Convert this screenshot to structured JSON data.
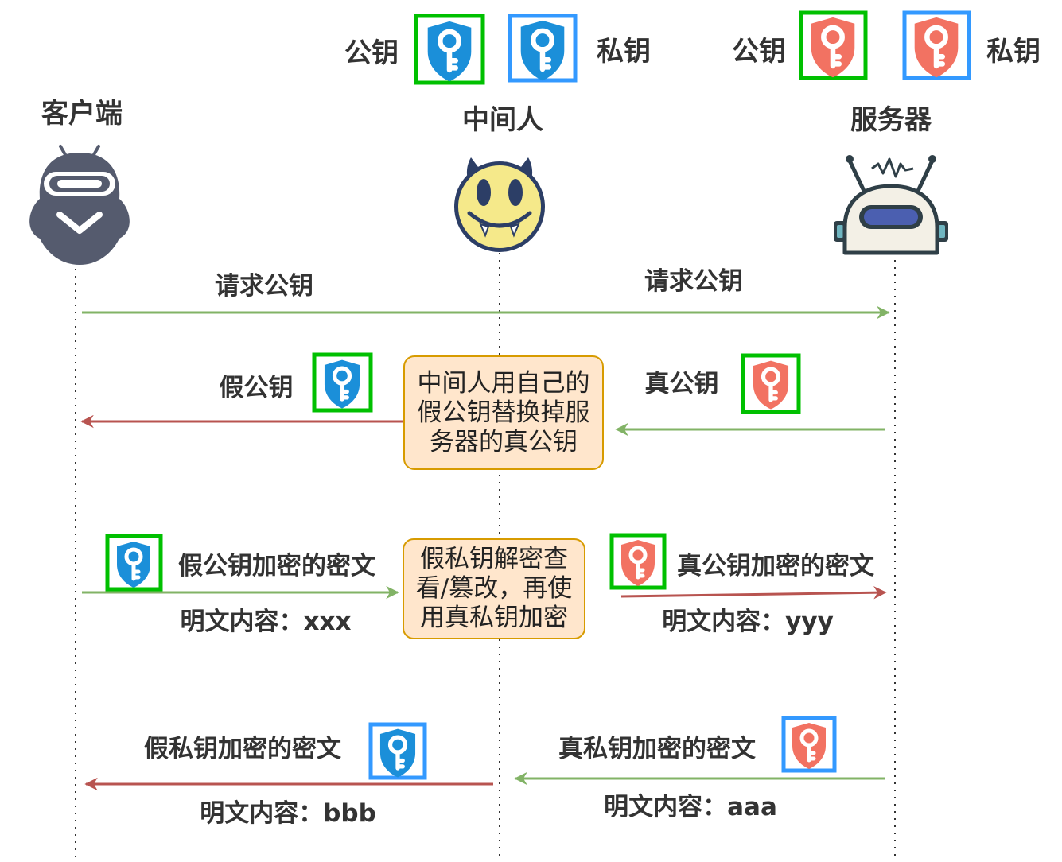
{
  "colors": {
    "green_arrow": "#82b366",
    "red_arrow": "#b85450",
    "public_key_border": "#00c000",
    "private_key_border": "#3399ff",
    "fake_key": "#1b8fd9",
    "real_key": "#f27262",
    "note_fill": "#ffe6cc",
    "note_border": "#d79b00"
  },
  "legend": {
    "mitm_public": "公钥",
    "mitm_private": "私钥",
    "server_public": "公钥",
    "server_private": "私钥"
  },
  "actors": {
    "client": {
      "label": "客户端",
      "icon": "robot-client-icon"
    },
    "mitm": {
      "label": "中间人",
      "icon": "devil-face-icon"
    },
    "server": {
      "label": "服务器",
      "icon": "robot-server-icon"
    }
  },
  "messages": {
    "req_left": "请求公钥",
    "req_right": "请求公钥",
    "fake_pubkey": "假公钥",
    "real_pubkey": "真公钥",
    "note1": "中间人用自己的\n假公钥替换掉服\n务器的真公钥",
    "enc_fake_pub": "假公钥加密的密文",
    "plain_xxx": "明文内容：xxx",
    "note2": "假私钥解密查\n看/篡改，再使\n用真私钥加密",
    "enc_real_pub": "真公钥加密的密文",
    "plain_yyy": "明文内容：yyy",
    "enc_fake_priv": "假私钥加密的密文",
    "plain_bbb": "明文内容：bbb",
    "enc_real_priv": "真私钥加密的密文",
    "plain_aaa": "明文内容：aaa"
  }
}
